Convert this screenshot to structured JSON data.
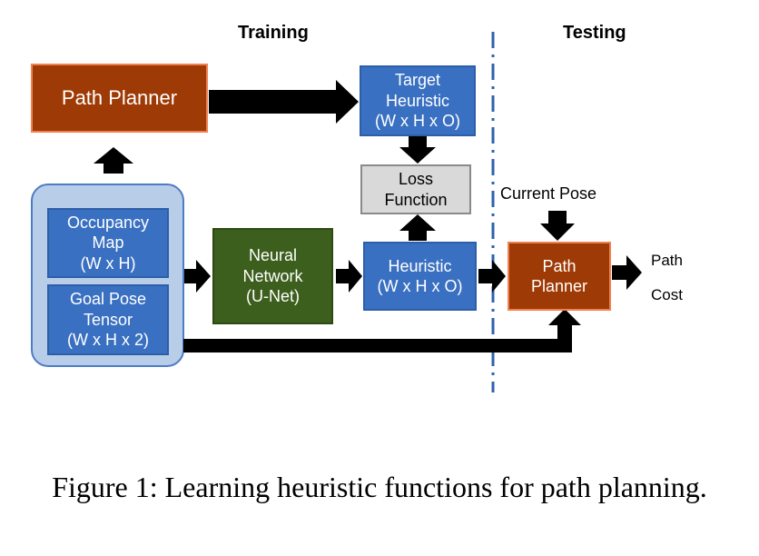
{
  "headings": {
    "training": "Training",
    "testing": "Testing"
  },
  "nodes": {
    "path_planner_train": "Path Planner",
    "target_heuristic": [
      "Target",
      "Heuristic",
      "(W x H x O)"
    ],
    "loss_function": [
      "Loss",
      "Function"
    ],
    "occupancy_map": [
      "Occupancy",
      "Map",
      "(W x H)"
    ],
    "goal_pose_tensor": [
      "Goal Pose",
      "Tensor",
      "(W x H x 2)"
    ],
    "neural_network": [
      "Neural",
      "Network",
      "(U-Net)"
    ],
    "heuristic": [
      "Heuristic",
      "(W x H x O)"
    ],
    "path_planner_test": [
      "Path",
      "Planner"
    ]
  },
  "labels": {
    "current_pose": "Current Pose",
    "path": "Path",
    "cost": "Cost"
  },
  "caption": "Figure 1: Learning heuristic functions for path planning.",
  "colors": {
    "blue_box": "#3a70c1",
    "orange_box": "#9e3a05",
    "orange_border": "#f08050",
    "green_box": "#3d5f1d",
    "gray_box": "#d9d9d9",
    "container": "#b8cde8",
    "divider": "#2f62b0"
  }
}
